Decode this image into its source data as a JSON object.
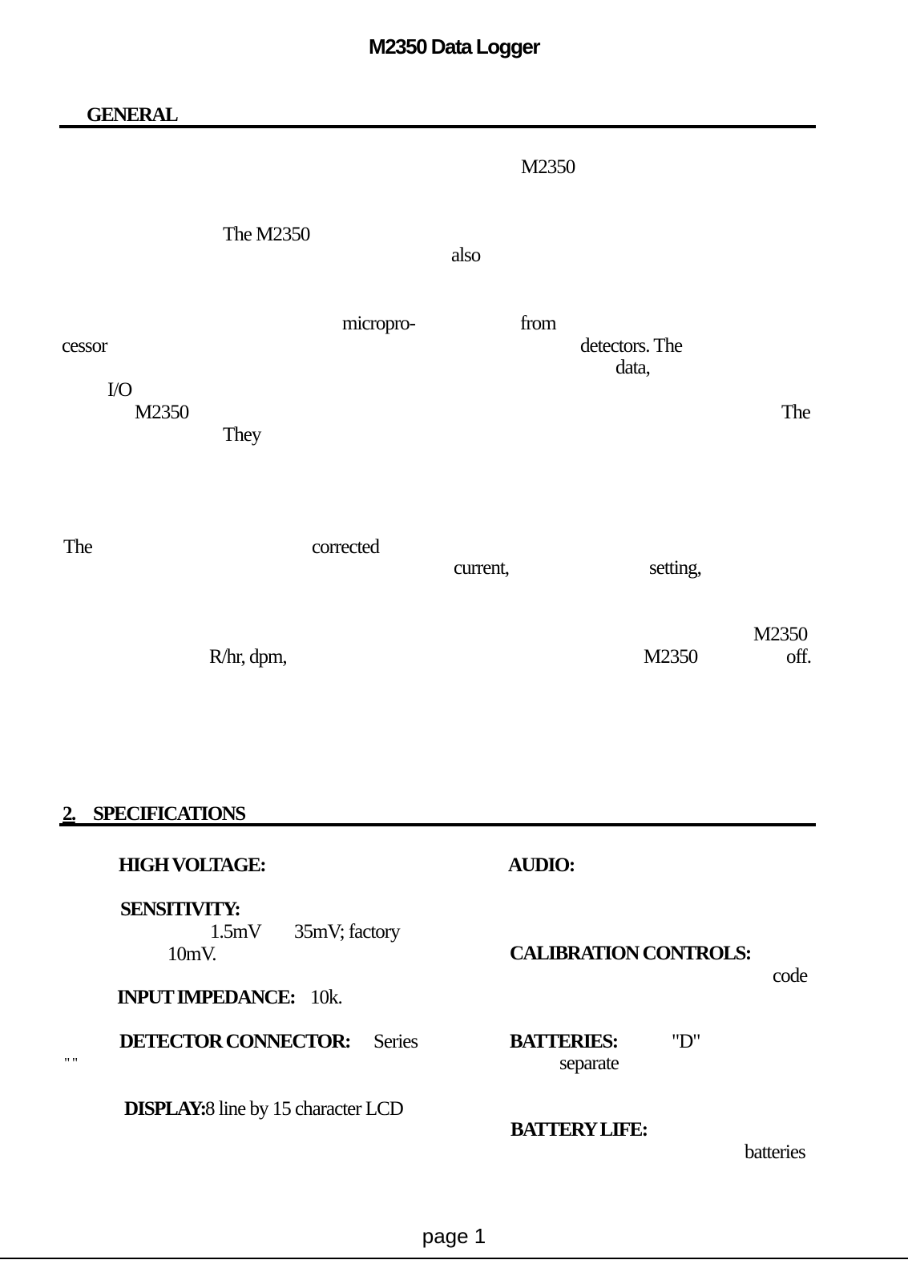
{
  "header": {
    "title": "M2350 Data Logger"
  },
  "section1": {
    "heading": "GENERAL"
  },
  "general_fragments": {
    "f1": "M2350",
    "f2": "The M2350",
    "f3": "also",
    "f4": "micropro-",
    "f5": "from",
    "f6": "cessor",
    "f7": "detectors. The",
    "f8": "data,",
    "f9": "I/O",
    "f10": "M2350",
    "f11": "The",
    "f12": "They",
    "f13": "The",
    "f14": "corrected",
    "f15": "current,",
    "f16": "setting,",
    "f17": "M2350",
    "f18": "R/hr, dpm,",
    "f19": "M2350",
    "f20": "off."
  },
  "section2": {
    "number": "2.",
    "heading": "SPECIFICATIONS"
  },
  "specs": {
    "high_voltage_label": "HIGH VOLTAGE:",
    "sensitivity_label": "SENSITIVITY:",
    "sensitivity_v1": "1.5mV",
    "sensitivity_v2": "35mV; factory",
    "sensitivity_v3": "10mV.",
    "input_impedance_label": "INPUT IMPEDANCE:",
    "input_impedance_value": "10k.",
    "detector_connector_label": "DETECTOR CONNECTOR:",
    "detector_connector_value": "Series",
    "detector_connector_quotes": "\" \"",
    "display_label": "DISPLAY:",
    "display_value": "8 line by 15 character LCD",
    "audio_label": "AUDIO:",
    "calibration_label": "CALIBRATION CONTROLS:",
    "calibration_value": "code",
    "batteries_label": "BATTERIES:",
    "batteries_value": "\"D\"",
    "batteries_value2": "separate",
    "battery_life_label": "BATTERY LIFE:",
    "battery_life_value": "batteries"
  },
  "footer": {
    "page": "page 1"
  }
}
